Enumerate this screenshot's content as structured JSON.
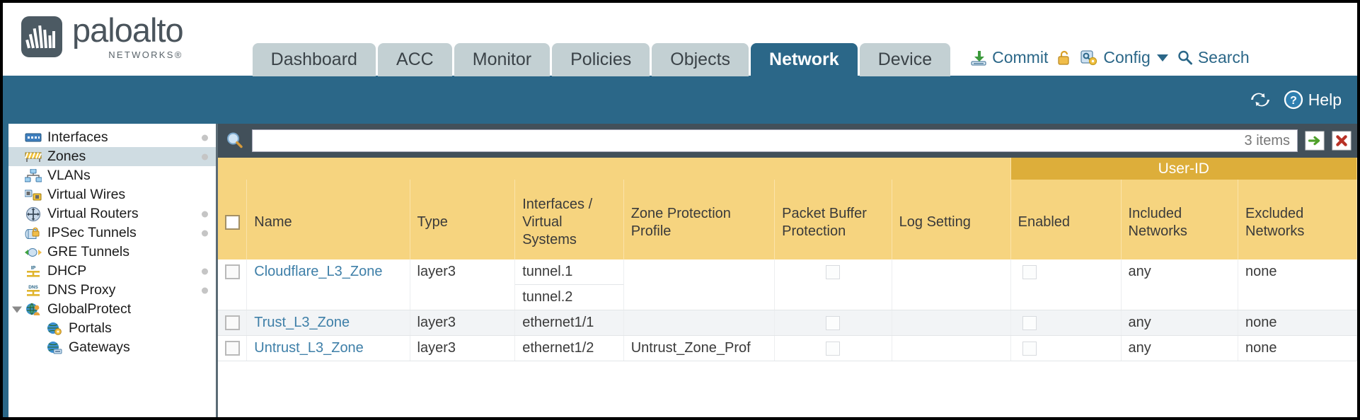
{
  "brand": {
    "name": "paloalto",
    "tagline": "NETWORKS"
  },
  "nav": {
    "tabs": [
      {
        "label": "Dashboard",
        "active": false
      },
      {
        "label": "ACC",
        "active": false
      },
      {
        "label": "Monitor",
        "active": false
      },
      {
        "label": "Policies",
        "active": false
      },
      {
        "label": "Objects",
        "active": false
      },
      {
        "label": "Network",
        "active": true
      },
      {
        "label": "Device",
        "active": false
      }
    ]
  },
  "header_tools": {
    "commit": "Commit",
    "commit_icon": "commit-download-icon",
    "lock_icon": "padlock-icon",
    "config": "Config",
    "config_icon": "config-key-icon",
    "config_caret": "chevron-down-icon",
    "search": "Search",
    "search_icon": "search-magnifier-icon"
  },
  "bluebar": {
    "refresh_icon": "refresh-icon",
    "help": "Help",
    "help_icon": "help-question-icon"
  },
  "sidebar": {
    "items": [
      {
        "label": "Interfaces",
        "icon": "interfaces-icon",
        "dot": true,
        "child": false,
        "selected": false,
        "caret": false
      },
      {
        "label": "Zones",
        "icon": "zones-icon",
        "dot": true,
        "child": false,
        "selected": true,
        "caret": false
      },
      {
        "label": "VLANs",
        "icon": "vlans-icon",
        "dot": false,
        "child": false,
        "selected": false,
        "caret": false
      },
      {
        "label": "Virtual Wires",
        "icon": "virtual-wires-icon",
        "dot": false,
        "child": false,
        "selected": false,
        "caret": false
      },
      {
        "label": "Virtual Routers",
        "icon": "virtual-routers-icon",
        "dot": true,
        "child": false,
        "selected": false,
        "caret": false
      },
      {
        "label": "IPSec Tunnels",
        "icon": "ipsec-tunnels-icon",
        "dot": true,
        "child": false,
        "selected": false,
        "caret": false
      },
      {
        "label": "GRE Tunnels",
        "icon": "gre-tunnels-icon",
        "dot": false,
        "child": false,
        "selected": false,
        "caret": false
      },
      {
        "label": "DHCP",
        "icon": "dhcp-icon",
        "dot": true,
        "child": false,
        "selected": false,
        "caret": false
      },
      {
        "label": "DNS Proxy",
        "icon": "dns-proxy-icon",
        "dot": true,
        "child": false,
        "selected": false,
        "caret": false
      },
      {
        "label": "GlobalProtect",
        "icon": "globalprotect-icon",
        "dot": false,
        "child": false,
        "selected": false,
        "caret": true
      },
      {
        "label": "Portals",
        "icon": "portals-icon",
        "dot": false,
        "child": true,
        "selected": false,
        "caret": false
      },
      {
        "label": "Gateways",
        "icon": "gateways-icon",
        "dot": false,
        "child": true,
        "selected": false,
        "caret": false
      }
    ]
  },
  "search": {
    "icon": "search-magnifier-icon",
    "value": "",
    "placeholder": "",
    "item_count": "3 items",
    "apply_icon": "green-arrow-apply-icon",
    "clear_icon": "red-x-clear-icon"
  },
  "table": {
    "group_header": {
      "label": "User-ID",
      "span": 3
    },
    "columns": [
      {
        "key": "checkbox",
        "label": ""
      },
      {
        "key": "name",
        "label": "Name"
      },
      {
        "key": "type",
        "label": "Type"
      },
      {
        "key": "interfaces",
        "label": "Interfaces / Virtual Systems"
      },
      {
        "key": "zone_protection",
        "label": "Zone Protection Profile"
      },
      {
        "key": "packet_buffer",
        "label": "Packet Buffer Protection"
      },
      {
        "key": "log_setting",
        "label": "Log Setting"
      },
      {
        "key": "enabled",
        "label": "Enabled"
      },
      {
        "key": "included",
        "label": "Included Networks"
      },
      {
        "key": "excluded",
        "label": "Excluded Networks"
      }
    ],
    "rows": [
      {
        "selected": false,
        "name": "Cloudflare_L3_Zone",
        "type": "layer3",
        "interfaces": [
          "tunnel.1",
          "tunnel.2"
        ],
        "zone_protection": "",
        "packet_buffer_checked": false,
        "log_setting": "",
        "enabled_checked": false,
        "included": "any",
        "excluded": "none"
      },
      {
        "selected": false,
        "name": "Trust_L3_Zone",
        "type": "layer3",
        "interfaces": [
          "ethernet1/1"
        ],
        "zone_protection": "",
        "packet_buffer_checked": false,
        "log_setting": "",
        "enabled_checked": false,
        "included": "any",
        "excluded": "none"
      },
      {
        "selected": false,
        "name": "Untrust_L3_Zone",
        "type": "layer3",
        "interfaces": [
          "ethernet1/2"
        ],
        "zone_protection": "Untrust_Zone_Prof",
        "packet_buffer_checked": false,
        "log_setting": "",
        "enabled_checked": false,
        "included": "any",
        "excluded": "none"
      }
    ]
  },
  "colors": {
    "brand_blue": "#2b6788",
    "tab_inactive": "#c3d0d3",
    "header_amber": "#f6d47f",
    "group_amber": "#ddae3a",
    "link_blue": "#3e7fa8",
    "search_bg": "#42505a"
  }
}
